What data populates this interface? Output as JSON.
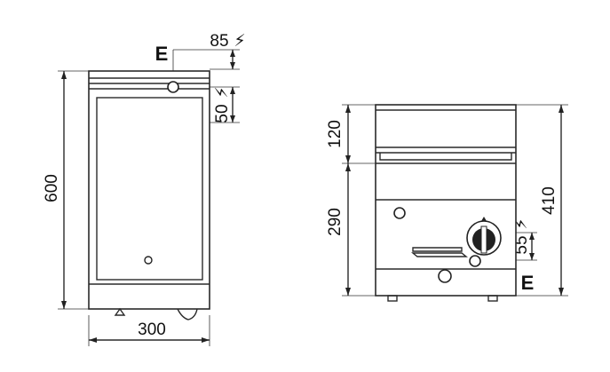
{
  "front_view": {
    "dimensions": {
      "height": "600",
      "width": "300",
      "top_offset": "85",
      "connection_offset": "50"
    },
    "connection_marker": "E",
    "electrical_symbol": "⚡"
  },
  "side_view": {
    "dimensions": {
      "top_section": "120",
      "lower_section": "290",
      "total_height": "410",
      "knob_height": "55"
    },
    "connection_marker": "E",
    "electrical_symbol": "⚡"
  }
}
